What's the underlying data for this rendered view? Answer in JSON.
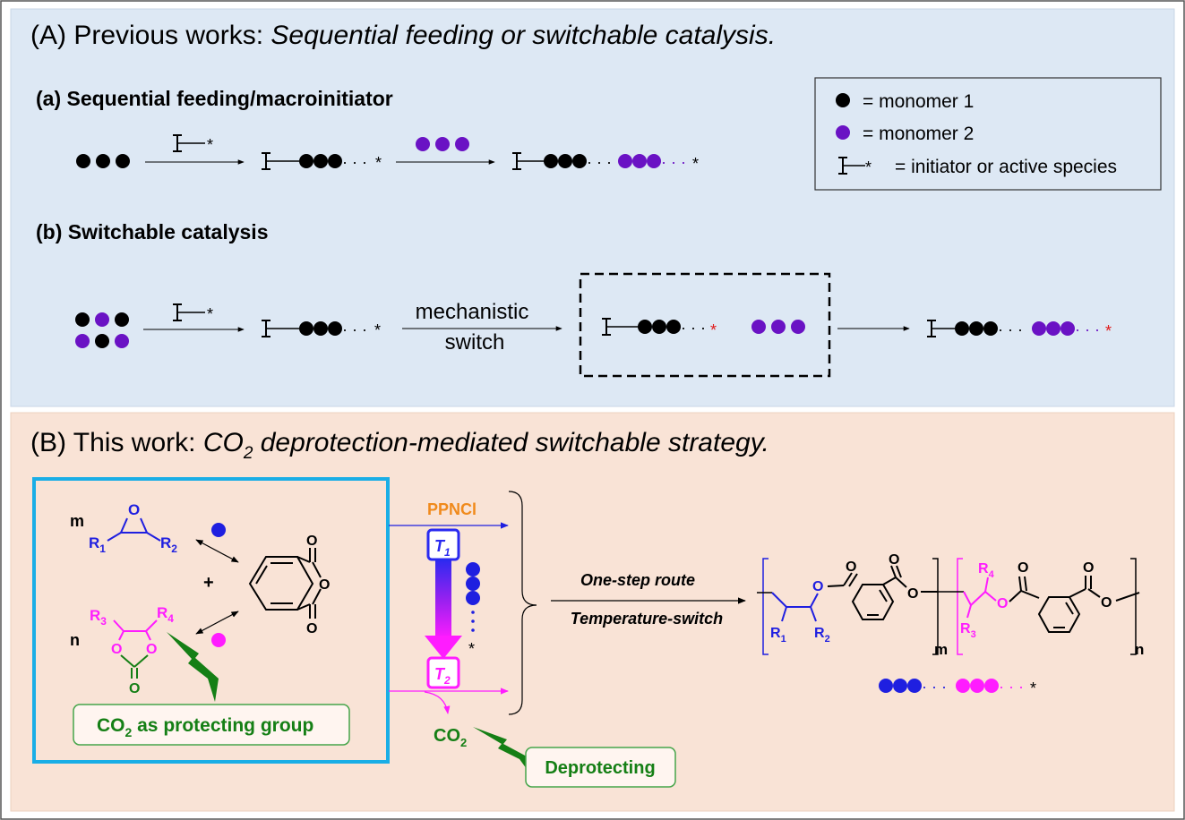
{
  "colors": {
    "panel_a_bg": "#dde8f4",
    "panel_b_bg": "#f9e3d6",
    "monomer1": "#000000",
    "monomer2": "#6a12c4",
    "epoxide": "#1f1fe0",
    "carbonate": "#ff1cff",
    "co2_green": "#157f15",
    "ppncl_orange": "#f08a1c",
    "active_red": "#e01a1a",
    "box_cyan": "#1aaee6"
  },
  "panel_a": {
    "title_plain": "(A) Previous works: ",
    "title_italic": "Sequential feeding or switchable catalysis.",
    "sub_a": "(a) Sequential feeding/macroinitiator",
    "sub_b": "(b) Switchable catalysis",
    "switch_label_line1": "mechanistic",
    "switch_label_line2": "switch",
    "initiator_letter": "I",
    "star": "*",
    "dots": "· · ·",
    "legend": {
      "monomer1": "= monomer 1",
      "monomer2": "= monomer 2",
      "initiator": "= initiator or active species"
    }
  },
  "panel_b": {
    "title_plain": "(B) This work: ",
    "title_co": "CO",
    "title_sub": "2",
    "title_rest": " deprotection-mediated switchable strategy.",
    "m": "m",
    "n": "n",
    "plus": "+",
    "r1": "R",
    "r1_sub": "1",
    "r2": "R",
    "r2_sub": "2",
    "r3": "R",
    "r3_sub": "3",
    "r4": "R",
    "r4_sub": "4",
    "o": "O",
    "protecting_co": "CO",
    "protecting_sub": "2",
    "protecting_rest": " as protecting group",
    "catalyst": "PPNCl",
    "t1": "T",
    "t1_sub": "1",
    "t2": "T",
    "t2_sub": "2",
    "co2": "CO",
    "co2_sub": "2",
    "deprotecting": "Deprotecting",
    "route_top": "One-step route",
    "route_bottom": "Temperature-switch",
    "sub_m": "m",
    "sub_n": "n"
  }
}
